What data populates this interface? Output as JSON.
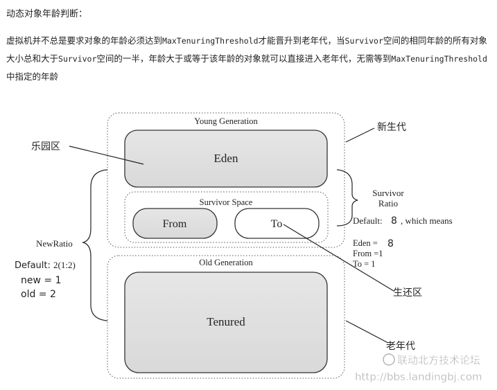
{
  "heading": "动态对象年龄判断：",
  "paragraph": {
    "p1": "虚拟机并不总是要求对象的年龄必须达到",
    "code1": "MaxTenuringThreshold",
    "p2": "才能晋升到老年代，当",
    "code2": "Survivor",
    "p3": "空间的相同年龄的所有对象大小总和大于",
    "code3": "Survivor",
    "p4": "空间的一半，年龄大于或等于该年龄的对象就可以直接进入老年代，无需等到",
    "code4": "MaxTenuringThreshold",
    "p5": "中指定的年龄"
  },
  "diagram": {
    "young_generation": "Young Generation",
    "eden": "Eden",
    "survivor_space": "Survivor Space",
    "from": "From",
    "to": "To",
    "old_generation": "Old Generation",
    "tenured": "Tenured",
    "label_eden_cn": "乐园区",
    "label_young_cn": "新生代",
    "label_survivor_cn": "生还区",
    "label_old_cn": "老年代",
    "survivor_ratio_1": "Survivor",
    "survivor_ratio_2": "Ratio",
    "default_label": "Default:",
    "default_value": "8",
    "which_means": ", which means",
    "eden_eq": "Eden =",
    "eden_val": "8",
    "from_eq": "From =1",
    "to_eq": "To = 1",
    "newratio": "NewRatio",
    "newratio_default": "Default:",
    "newratio_value": "2(1:2)",
    "new_eq": "new = 1",
    "old_eq": "old = 2"
  },
  "watermark": {
    "line1": "联动北方技术论坛",
    "line2": "http://bbs.landingbj.com"
  }
}
